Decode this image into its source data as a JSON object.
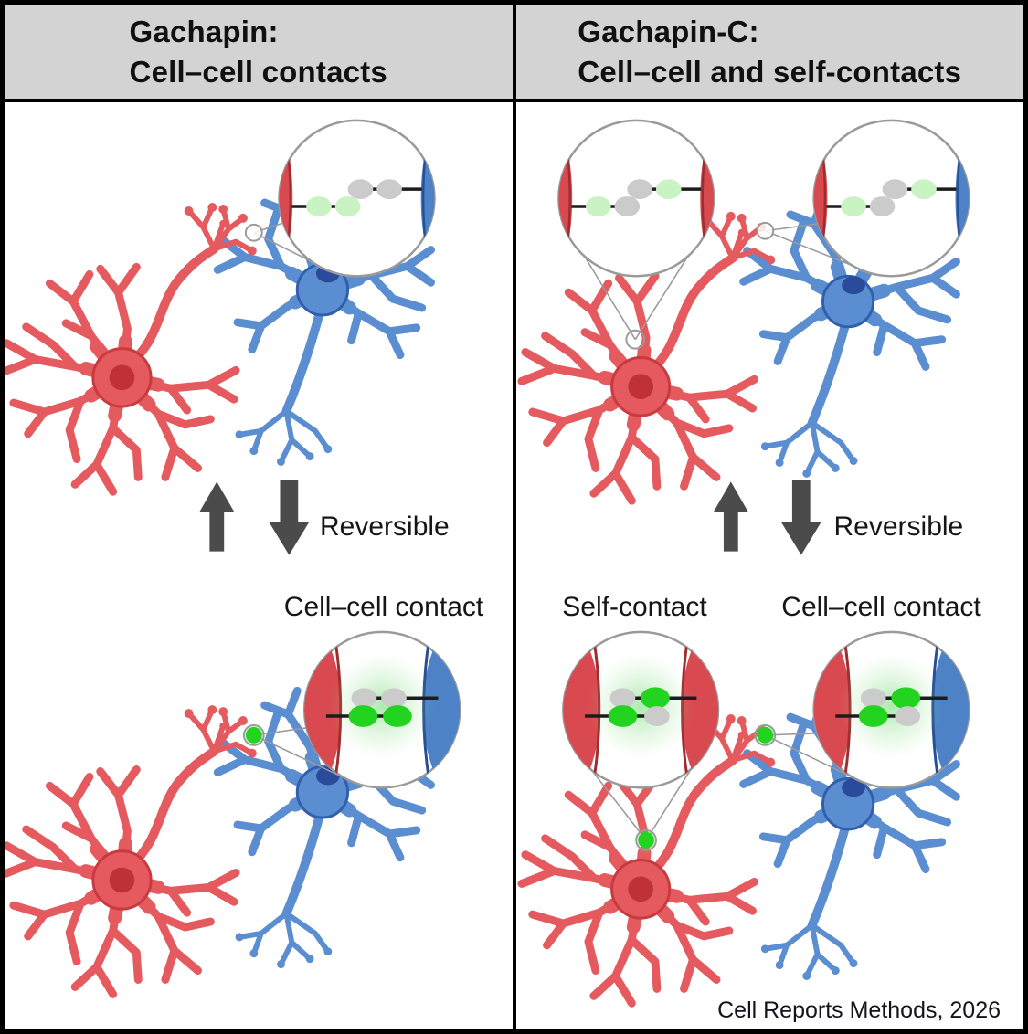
{
  "header": {
    "left_title_line1": "Gachapin:",
    "left_title_line2": "Cell–cell contacts",
    "right_title_line1": "Gachapin-C:",
    "right_title_line2": "Cell–cell and self-contacts"
  },
  "left_panel": {
    "reversible_label": "Reversible",
    "contact_label": "Cell–cell contact"
  },
  "right_panel": {
    "reversible_label": "Reversible",
    "self_contact_label": "Self-contact",
    "cell_contact_label": "Cell–cell contact"
  },
  "citation": "Cell Reports Methods, 2026",
  "colors": {
    "header_bg": "#d3d3d3",
    "neuron_red": "#e45a5e",
    "neuron_red_dark": "#c93a3f",
    "red_nucleus": "#bf3137",
    "neuron_blue": "#5b8ed1",
    "neuron_blue_dark": "#2f5fad",
    "blue_nucleus": "#2a4a9b",
    "membrane_red": "#d94a50",
    "membrane_red_dark": "#9e2d30",
    "membrane_blue": "#4d82c6",
    "membrane_blue_dark": "#274f96",
    "pale_green": "#c9f3c3",
    "gray_oval": "#cbcbcb",
    "bright_green": "#22d31f",
    "arrow_gray": "#4b4b4b",
    "inset_stroke": "#9a9a9a"
  }
}
